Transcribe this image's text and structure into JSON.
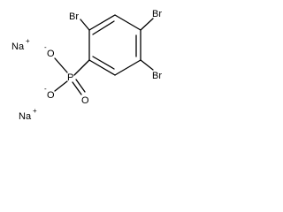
{
  "molecule": {
    "labels": {
      "br_top_left": "Br",
      "br_top_right": "Br",
      "br_right": "Br",
      "sodium_top": "Na",
      "sodium_bottom": "Na",
      "phosphorus": "P",
      "oxygen_upper": "O",
      "oxygen_lower": "O",
      "oxygen_double": "O"
    },
    "charges": {
      "sodium_top": "+",
      "sodium_bottom": "+",
      "oxygen_upper": "-",
      "oxygen_lower": "-"
    }
  }
}
